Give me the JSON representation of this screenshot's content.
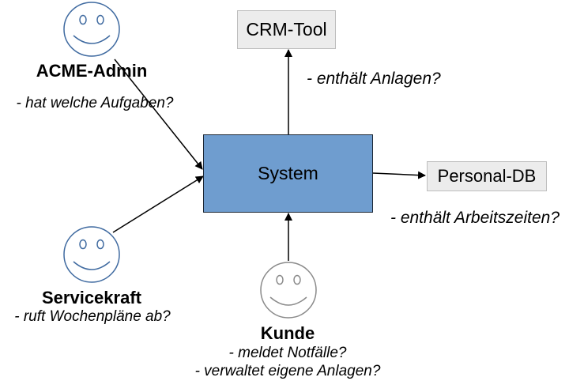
{
  "system": {
    "label": "System"
  },
  "externals": {
    "crm": {
      "label": "CRM-Tool",
      "note": "- enthält Anlagen?"
    },
    "personal": {
      "label": "Personal-DB",
      "note": "- enthält Arbeitszeiten?"
    }
  },
  "actors": {
    "admin": {
      "name": "ACME-Admin",
      "notes": [
        "- hat welche Aufgaben?"
      ],
      "icon": "smiley-face-icon"
    },
    "service": {
      "name": "Servicekraft",
      "notes": [
        "- ruft Wochenpläne ab?"
      ],
      "icon": "smiley-face-icon"
    },
    "kunde": {
      "name": "Kunde",
      "notes": [
        "- meldet Notfälle?",
        "- verwaltet eigene Anlagen?"
      ],
      "icon": "smiley-face-icon"
    }
  },
  "colors": {
    "system_fill": "#6f9dcf",
    "box_fill": "#ececec",
    "actor_stroke_blue": "#3f6aa0",
    "actor_stroke_gray": "#8a8a8a"
  }
}
